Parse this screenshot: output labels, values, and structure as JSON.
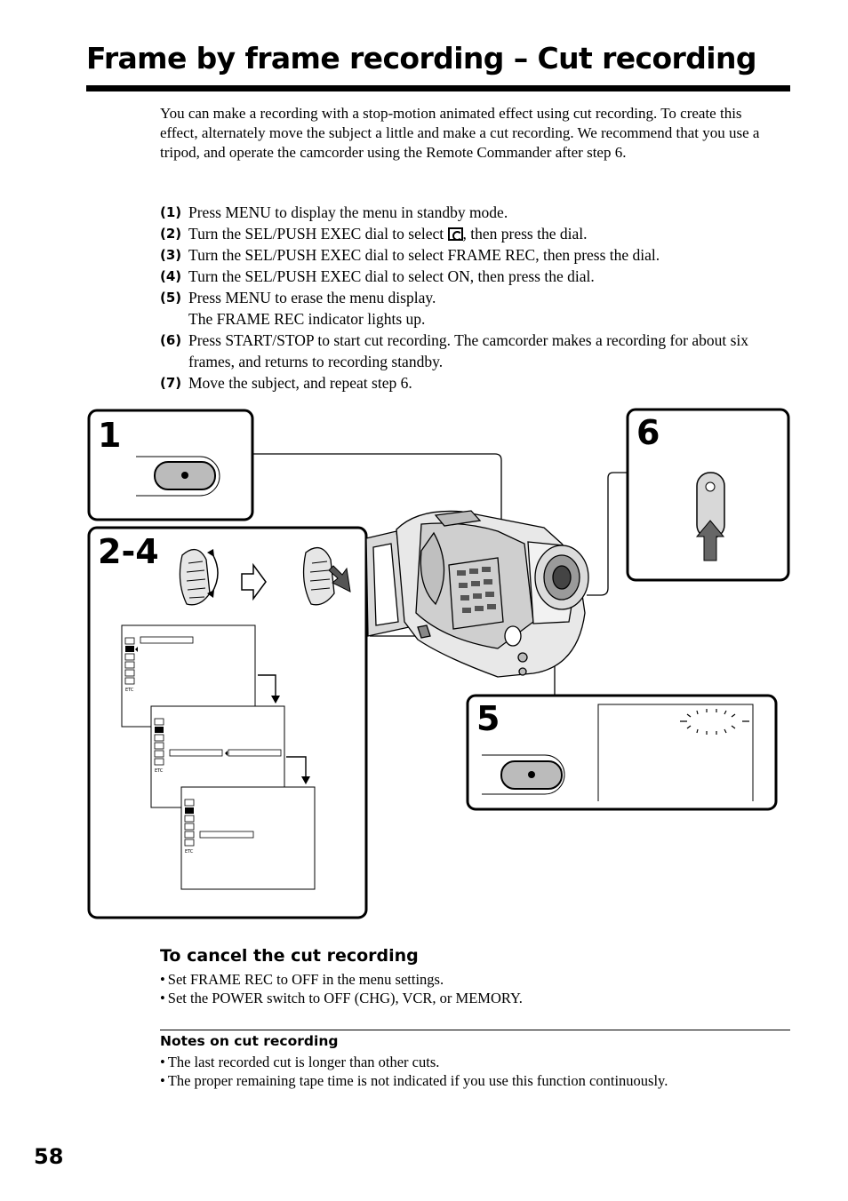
{
  "header": {
    "title": "Frame by frame recording – Cut recording"
  },
  "intro": "You can make a recording with a stop-motion animated effect using cut recording. To create this effect, alternately move the subject a little and make a cut recording. We recommend that you use a tripod, and operate the camcorder using the Remote Commander after step 6.",
  "steps": [
    {
      "num": "(1)",
      "text": "Press MENU to display the menu in standby mode."
    },
    {
      "num": "(2)",
      "text_before": "Turn the SEL/PUSH EXEC dial to select ",
      "icon": "camera-menu-icon",
      "text_after": ", then press the dial."
    },
    {
      "num": "(3)",
      "text": "Turn the SEL/PUSH EXEC dial to select FRAME REC, then press the dial."
    },
    {
      "num": "(4)",
      "text": "Turn the SEL/PUSH EXEC dial to select ON, then press the dial."
    },
    {
      "num": "(5)",
      "text": "Press MENU to erase the menu display.",
      "text2": "The FRAME REC indicator lights up."
    },
    {
      "num": "(6)",
      "text": "Press START/STOP to start cut recording. The camcorder makes a recording for about six frames, and returns to recording standby."
    },
    {
      "num": "(7)",
      "text": "Move the subject, and repeat step 6."
    }
  ],
  "figure": {
    "labels": {
      "s1": "1",
      "s24": "2-4",
      "s5": "5",
      "s6": "6"
    },
    "etc_label": "ETC"
  },
  "cancel": {
    "heading": "To cancel the cut recording",
    "items": [
      "Set FRAME REC to OFF in the menu settings.",
      "Set the POWER switch to OFF (CHG), VCR, or MEMORY."
    ]
  },
  "notes": {
    "heading": "Notes on cut recording",
    "items": [
      "The last recorded cut is longer than other cuts.",
      "The proper remaining tape time is not indicated if you use this function continuously."
    ]
  },
  "page_number": "58"
}
